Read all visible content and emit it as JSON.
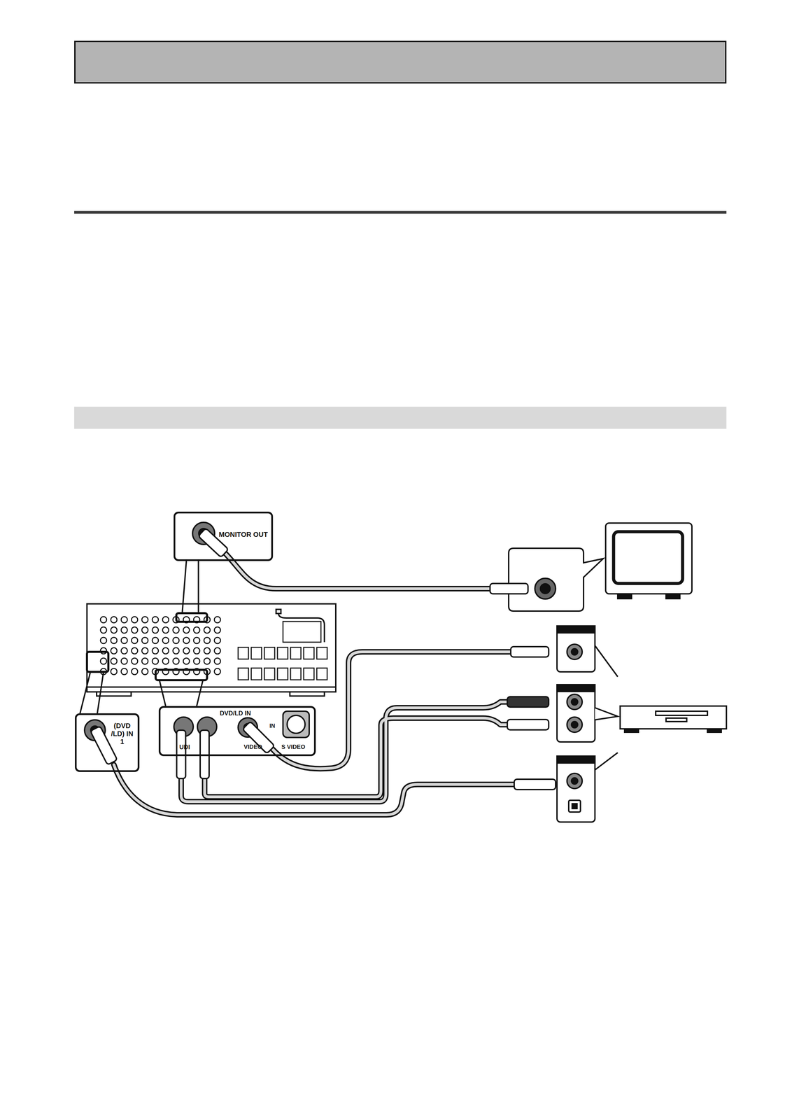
{
  "diagram": {
    "nodes": [
      {
        "text": [
          "MONITOR OUT"
        ]
      },
      {
        "text": [
          "(DVD /LD) IN 1"
        ]
      },
      {
        "text": [
          "UDI",
          "DVD/LD IN",
          "IN",
          "VIDEO",
          "S VIDEO"
        ]
      }
    ]
  }
}
